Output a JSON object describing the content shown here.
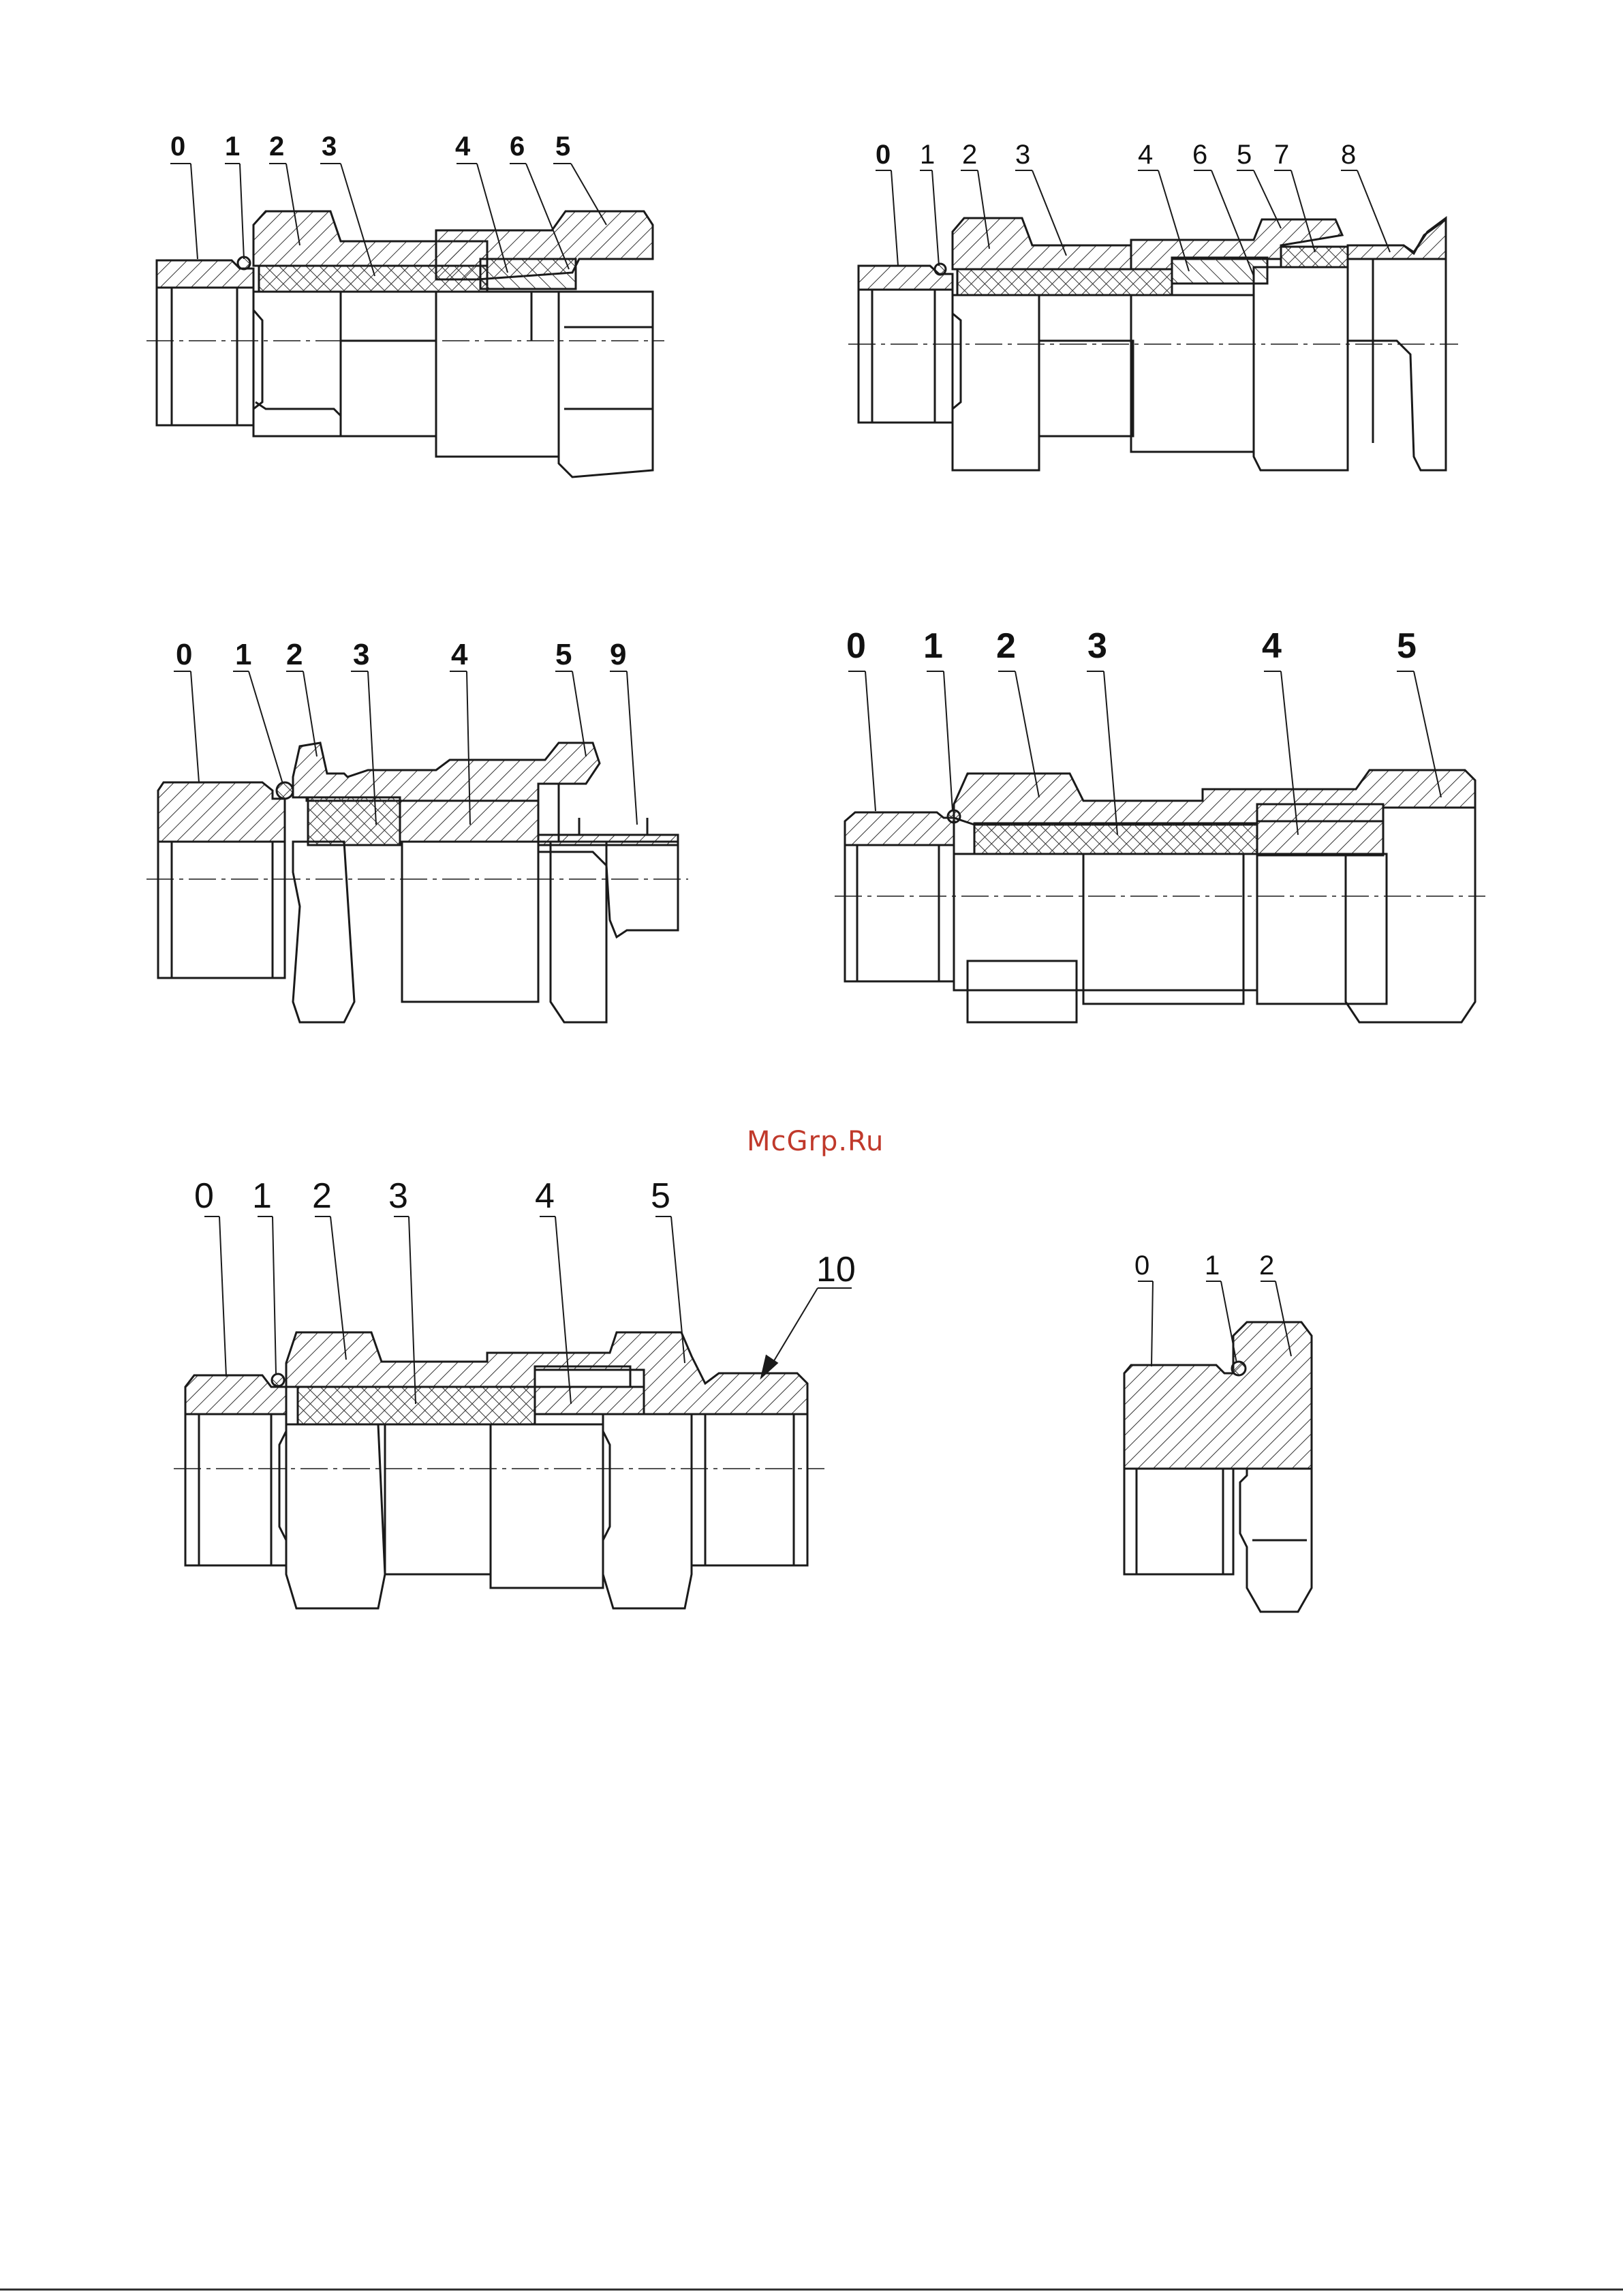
{
  "watermark": "McGrp.Ru",
  "colors": {
    "line": "#1a1a1a",
    "hatch": "#333333",
    "watermark": "#c0392b"
  },
  "figures": [
    {
      "id": "fig-1",
      "labels": [
        "0",
        "1",
        "2",
        "3",
        "4",
        "6",
        "5"
      ]
    },
    {
      "id": "fig-2",
      "labels": [
        "0",
        "1",
        "2",
        "3",
        "4",
        "6",
        "5",
        "7",
        "8"
      ]
    },
    {
      "id": "fig-3",
      "labels": [
        "0",
        "1",
        "2",
        "3",
        "4",
        "5",
        "9"
      ]
    },
    {
      "id": "fig-4",
      "labels": [
        "0",
        "1",
        "2",
        "3",
        "4",
        "5"
      ]
    },
    {
      "id": "fig-5",
      "labels": [
        "0",
        "1",
        "2",
        "3",
        "4",
        "5",
        "10"
      ]
    },
    {
      "id": "fig-6",
      "labels": [
        "0",
        "1",
        "2"
      ]
    }
  ]
}
